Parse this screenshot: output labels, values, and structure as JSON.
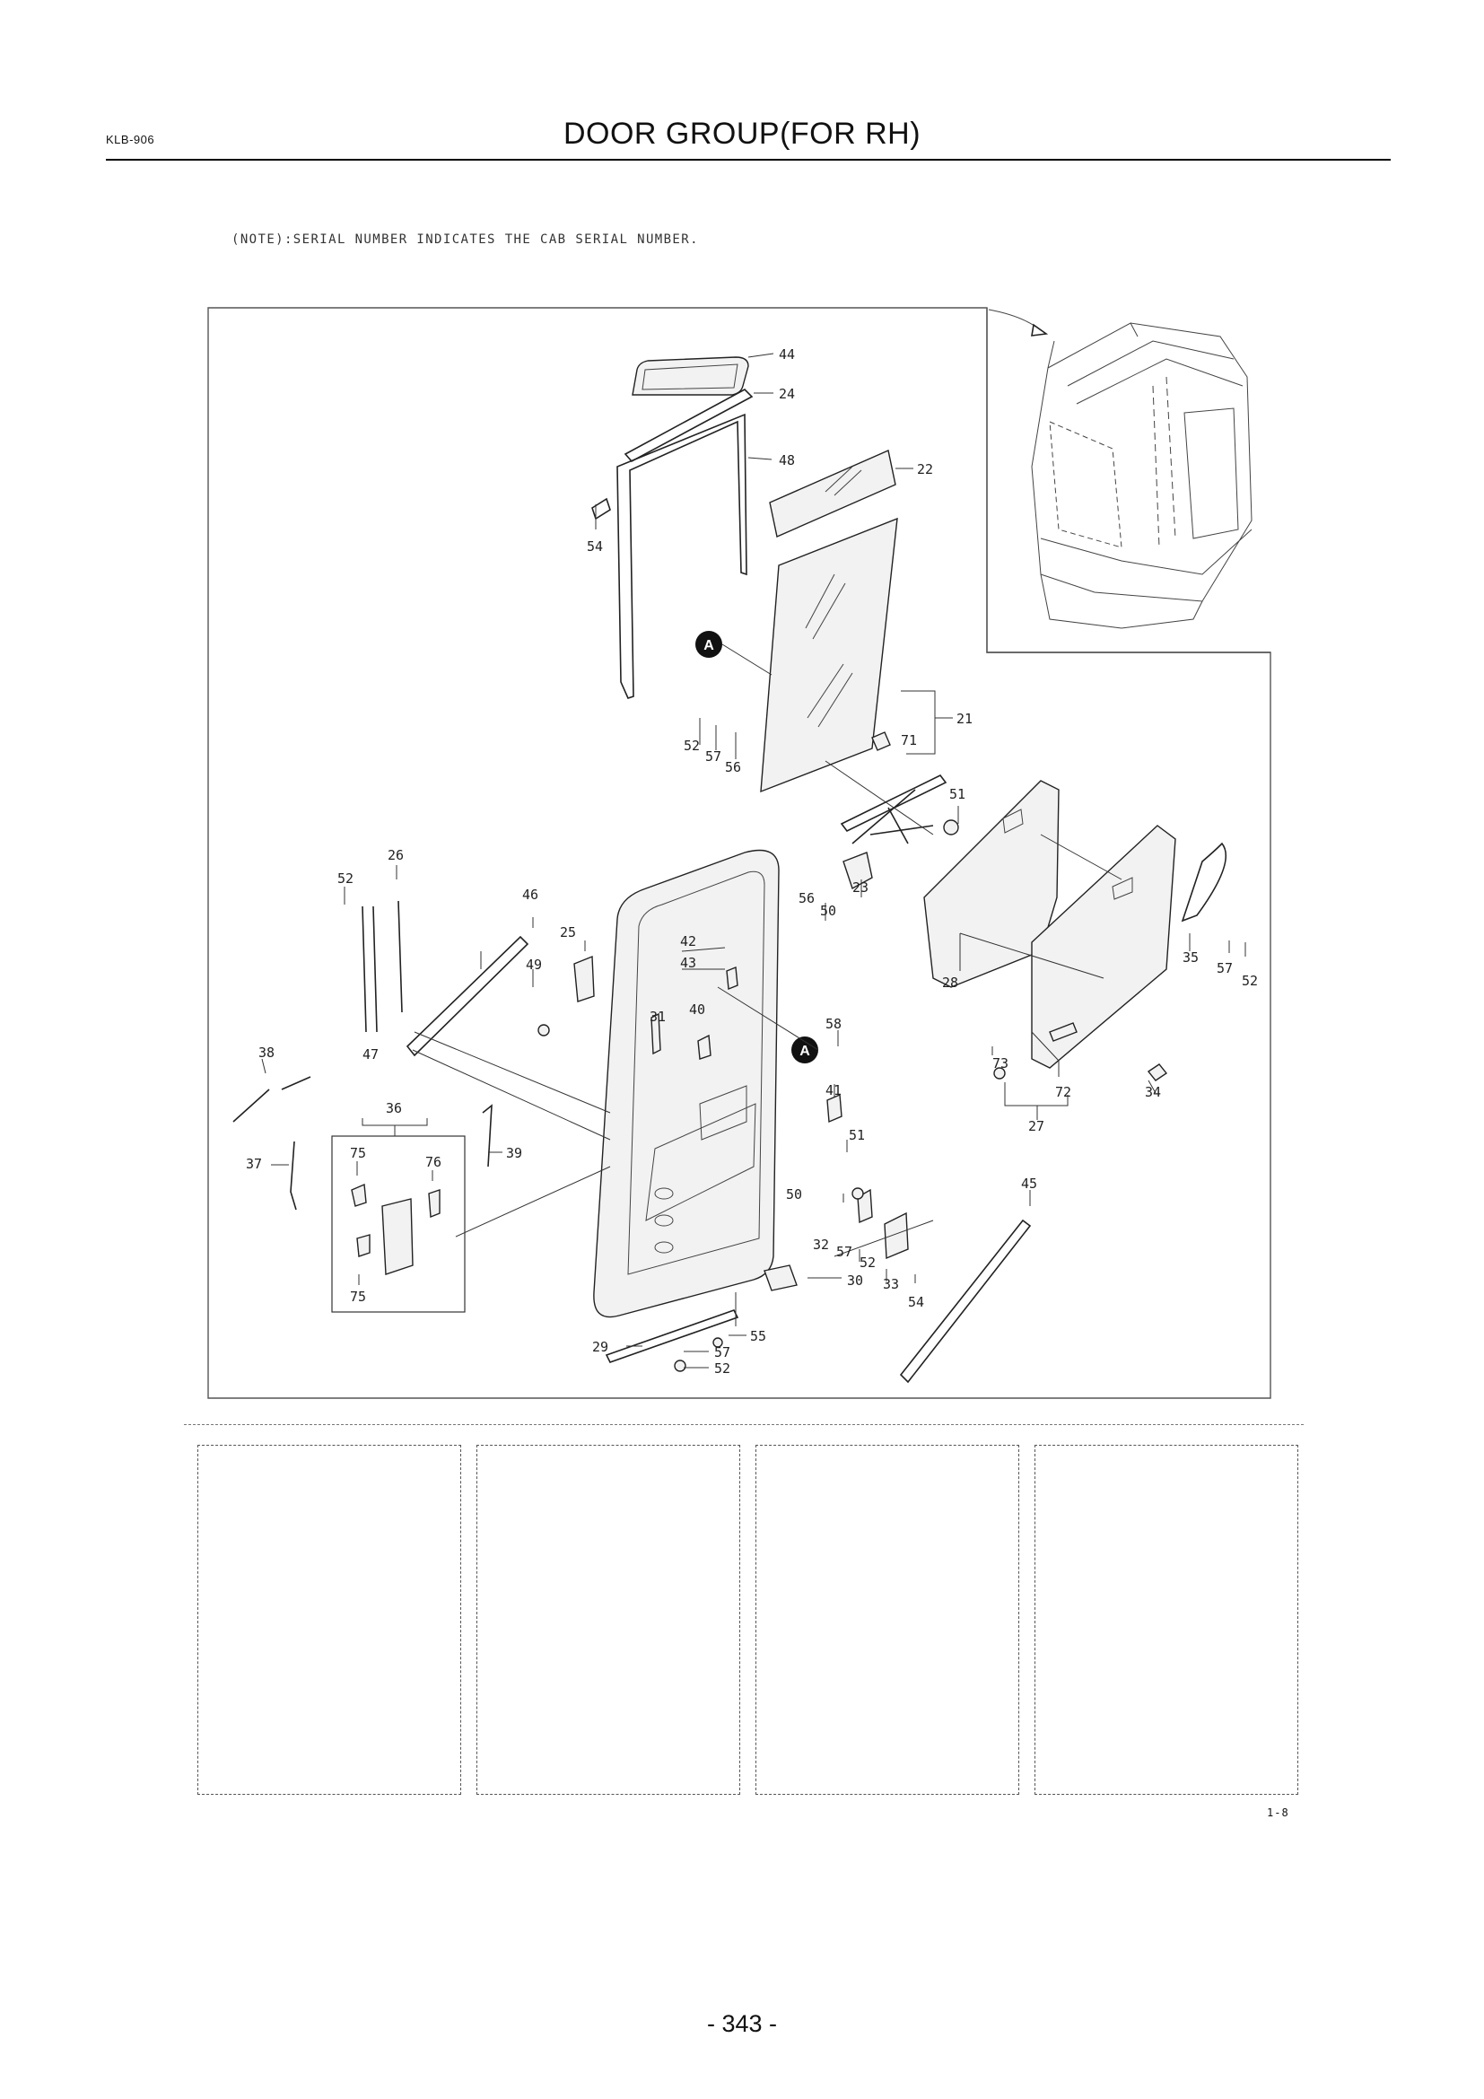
{
  "header": {
    "code": "KLB-906",
    "title": "DOOR GROUP(FOR RH)"
  },
  "note": "(NOTE):SERIAL NUMBER INDICATES THE CAB SERIAL NUMBER.",
  "callouts": {
    "c21": "21",
    "c22": "22",
    "c23": "23",
    "c24": "24",
    "c25": "25",
    "c26": "26",
    "c27": "27",
    "c28": "28",
    "c29": "29",
    "c30": "30",
    "c31": "31",
    "c32": "32",
    "c33": "33",
    "c34": "34",
    "c35": "35",
    "c36": "36",
    "c37": "37",
    "c38": "38",
    "c39": "39",
    "c40": "40",
    "c41": "41",
    "c42": "42",
    "c43": "43",
    "c44": "44",
    "c45": "45",
    "c46": "46",
    "c47": "47",
    "c48": "48",
    "c49": "49",
    "c50a": "50",
    "c50b": "50",
    "c51a": "51",
    "c51b": "51",
    "c52a": "52",
    "c52b": "52",
    "c52c": "52",
    "c52d": "52",
    "c52e": "52",
    "c54a": "54",
    "c54b": "54",
    "c55": "55",
    "c56a": "56",
    "c56b": "56",
    "c57a": "57",
    "c57b": "57",
    "c57c": "57",
    "c57d": "57",
    "c58": "58",
    "c71": "71",
    "c72": "72",
    "c73": "73",
    "c75a": "75",
    "c75b": "75",
    "c76": "76",
    "markerA1": "A",
    "markerA2": "A"
  },
  "figure_number": "1-8",
  "page_number": "- 343 -"
}
